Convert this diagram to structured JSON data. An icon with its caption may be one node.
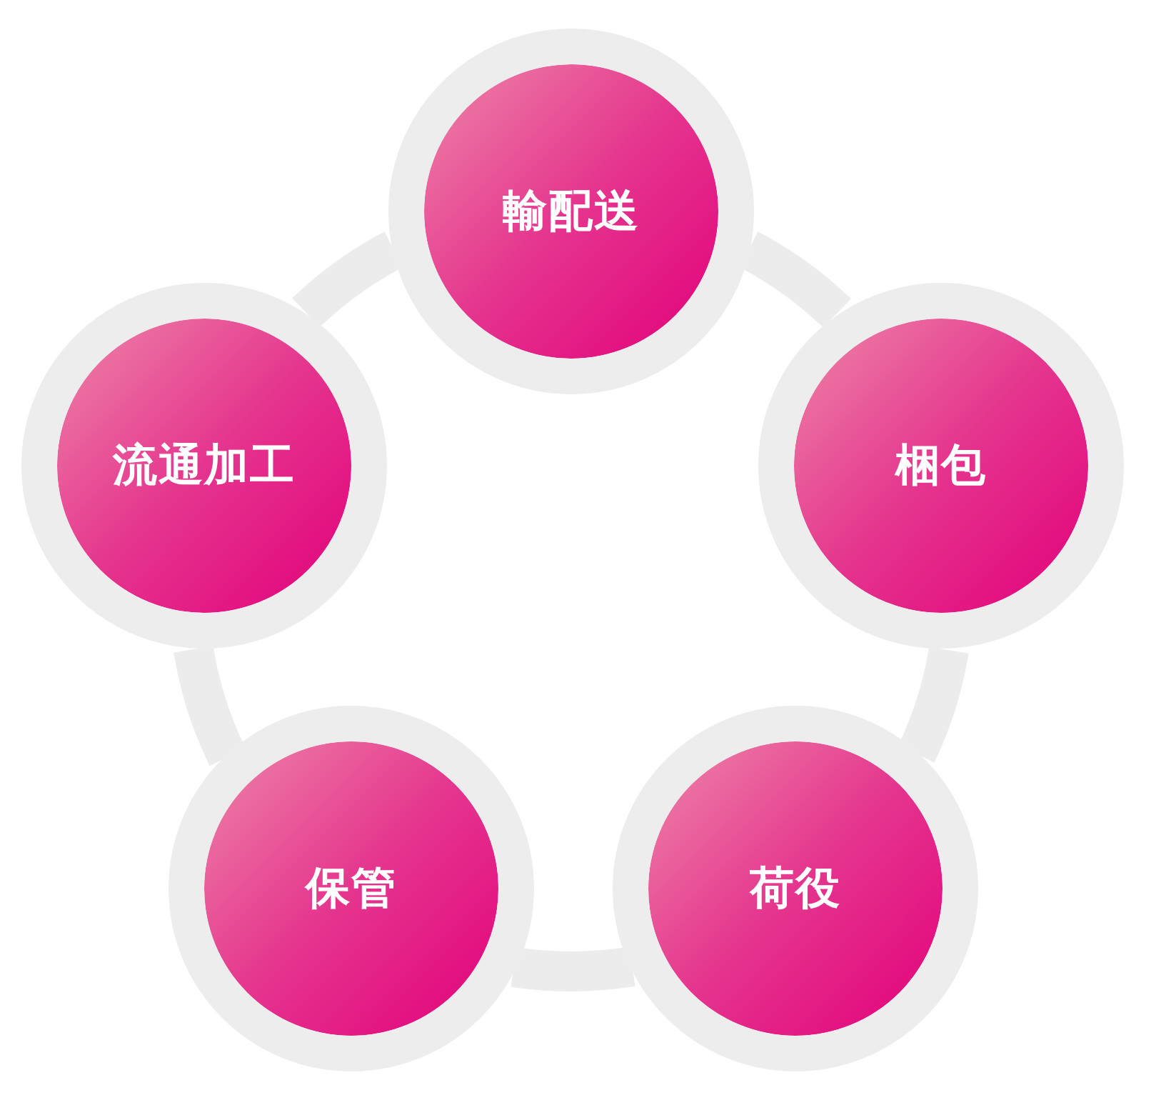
{
  "diagram": {
    "nodes": [
      {
        "text": [
          "輸配送"
        ]
      },
      {
        "text": [
          "梱包"
        ]
      },
      {
        "text": [
          "荷役"
        ]
      },
      {
        "text": [
          "保管"
        ]
      },
      {
        "text": [
          "流通加工"
        ]
      }
    ],
    "edges": [
      {
        "from": 0,
        "to": 1,
        "arrow": "none"
      },
      {
        "from": 1,
        "to": 2,
        "arrow": "none"
      },
      {
        "from": 2,
        "to": 3,
        "arrow": "none"
      },
      {
        "from": 3,
        "to": 4,
        "arrow": "none"
      },
      {
        "from": 4,
        "to": 0,
        "arrow": "none"
      }
    ]
  }
}
